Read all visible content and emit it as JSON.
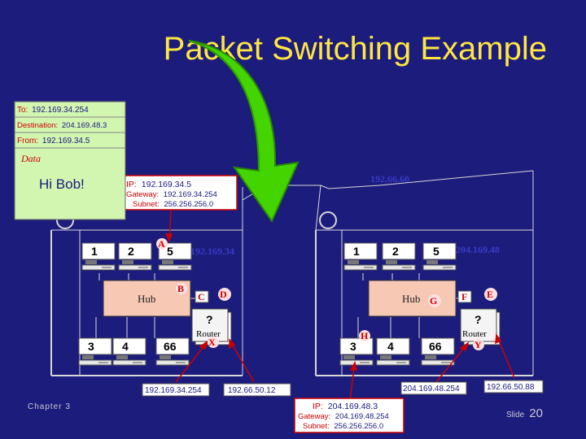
{
  "slide": {
    "title": "Packet Switching Example",
    "chapter": "Chapter 3",
    "slide_label": "Slide",
    "slide_number": "20"
  },
  "packet": {
    "to_label": "To:",
    "to_value": "192.169.34.254",
    "dest_label": "Destination:",
    "dest_value": "204.169.48.3",
    "from_label": "From:",
    "from_value": "192.169.34.5",
    "data_label": "Data",
    "message": "Hi Bob!"
  },
  "source_info": {
    "ip_label": "IP:",
    "ip_value": "192.169.34.5",
    "gateway_label": "Gateway:",
    "gateway_value": "192.169.34.254",
    "subnet_label": "Subnet:",
    "subnet_value": "256.256.256.0"
  },
  "dest_info": {
    "ip_label": "IP:",
    "ip_value": "204.169.48.3",
    "gateway_label": "Gateway:",
    "gateway_value": "204.169.48.254",
    "subnet_label": "Subnet:",
    "subnet_value": "256.256.256.0"
  },
  "network": {
    "backbone": "192.66.60",
    "left_net": "192.169.34",
    "right_net": "204.169.48",
    "left_router_addr": "192.169.34.254",
    "left_router_wan": "192.66.50.12",
    "right_router_addr": "204.169.48.254",
    "right_router_wan": "192.66.50.88"
  },
  "left_lan": {
    "computers_top": [
      "1",
      "2",
      "5"
    ],
    "computers_bottom": [
      "3",
      "4",
      "66"
    ],
    "hub": "Hub",
    "router_q": "?",
    "router": "Router"
  },
  "right_lan": {
    "computers_top": [
      "1",
      "2",
      "5"
    ],
    "computers_bottom": [
      "3",
      "4",
      "66"
    ],
    "hub": "Hub",
    "router_q": "?",
    "router": "Router"
  },
  "markers": {
    "A": "A",
    "B": "B",
    "C": "C",
    "D": "D",
    "E": "E",
    "F": "F",
    "G": "G",
    "H": "H",
    "X": "X",
    "Y": "Y"
  },
  "colors": {
    "background": "#1c1c7c",
    "title": "#ffe640",
    "arrow": "#44d400",
    "hub": "#f7c8b4",
    "packet": "#d2f5b0",
    "marker": "#cc0000"
  }
}
